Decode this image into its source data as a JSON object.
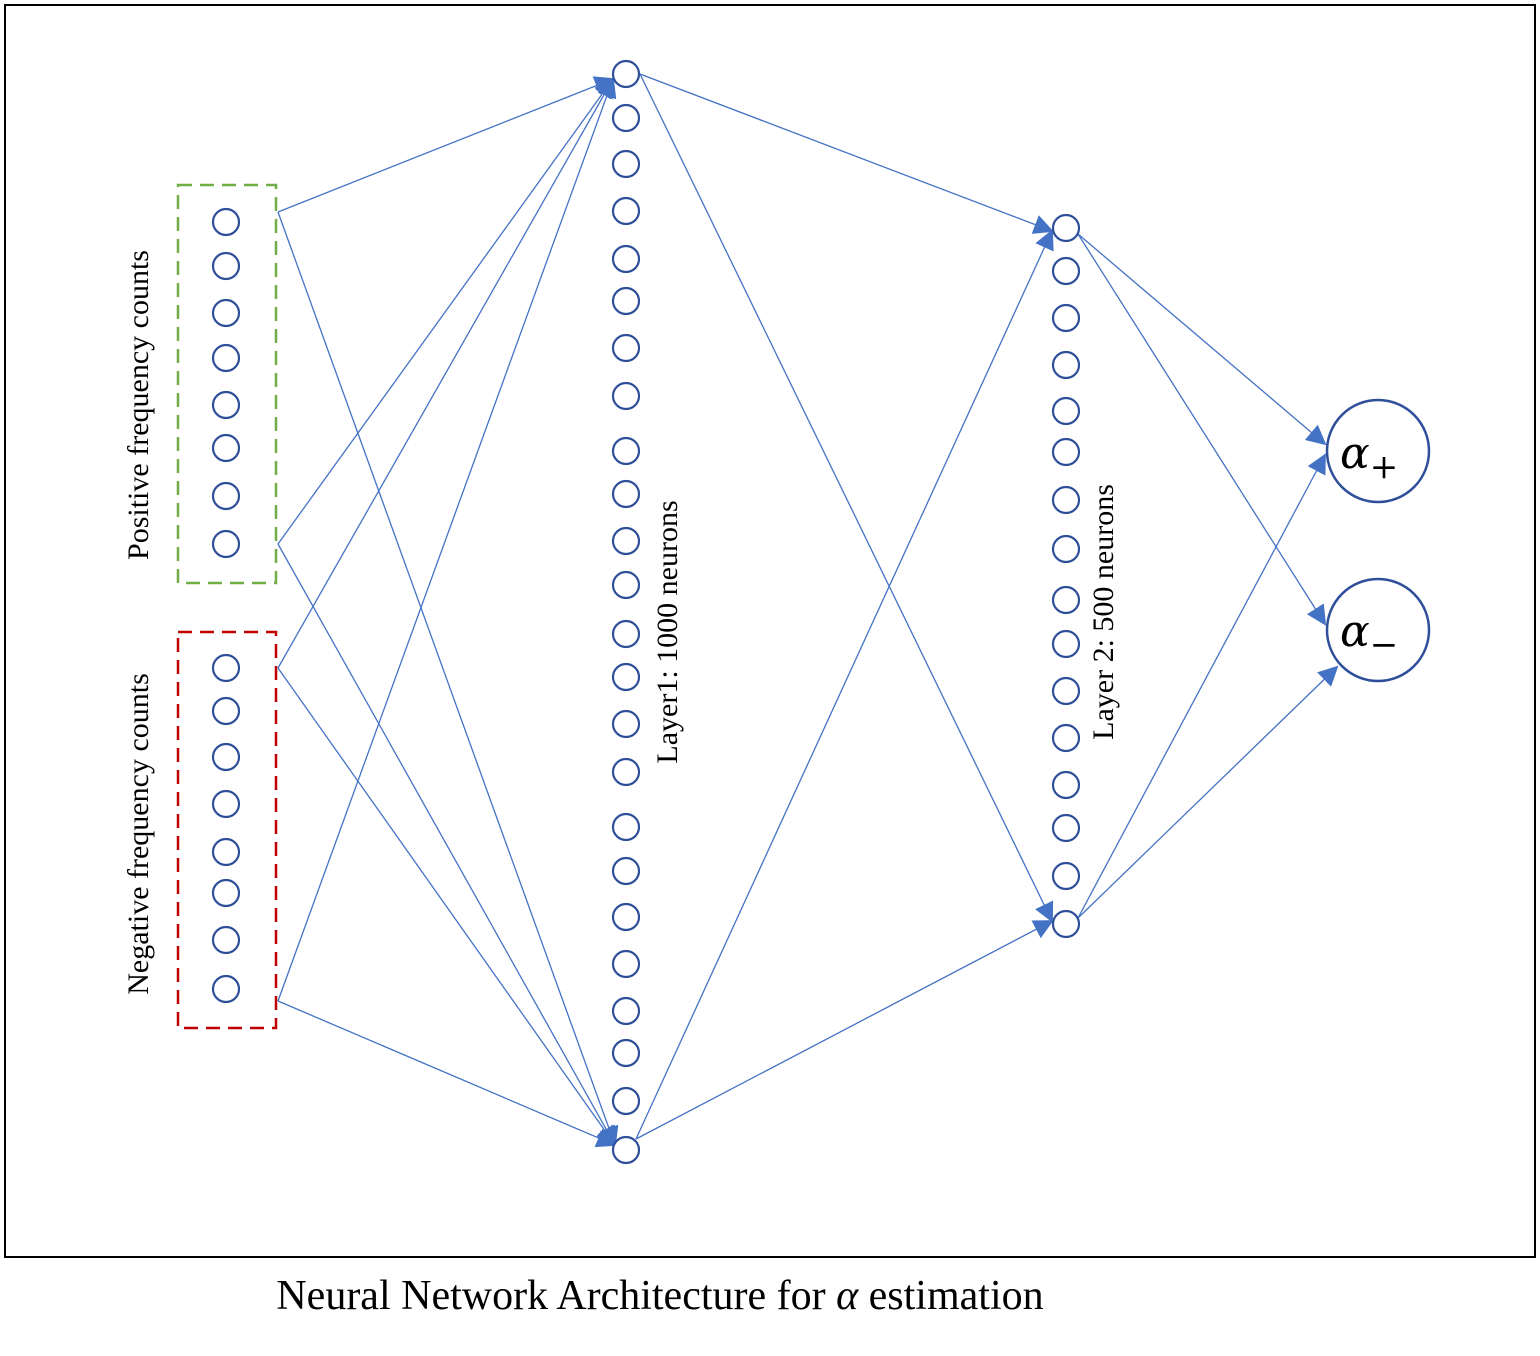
{
  "labels": {
    "positive": "Positive frequency counts",
    "negative": "Negative frequency counts",
    "layer1": "Layer1: 1000 neurons",
    "layer2": "Layer 2: 500 neurons",
    "alpha_plus": "α",
    "alpha_plus_sub": "+",
    "alpha_minus": "α",
    "alpha_minus_sub": "−"
  },
  "caption": {
    "before": "Neural Network Architecture for ",
    "symbol": "α",
    "after": " estimation"
  },
  "colors": {
    "neuron": "#2f4f9a",
    "connection": "#4472c4",
    "positive_box": "#70ad47",
    "negative_box": "#c00000",
    "frame": "#000000"
  }
}
